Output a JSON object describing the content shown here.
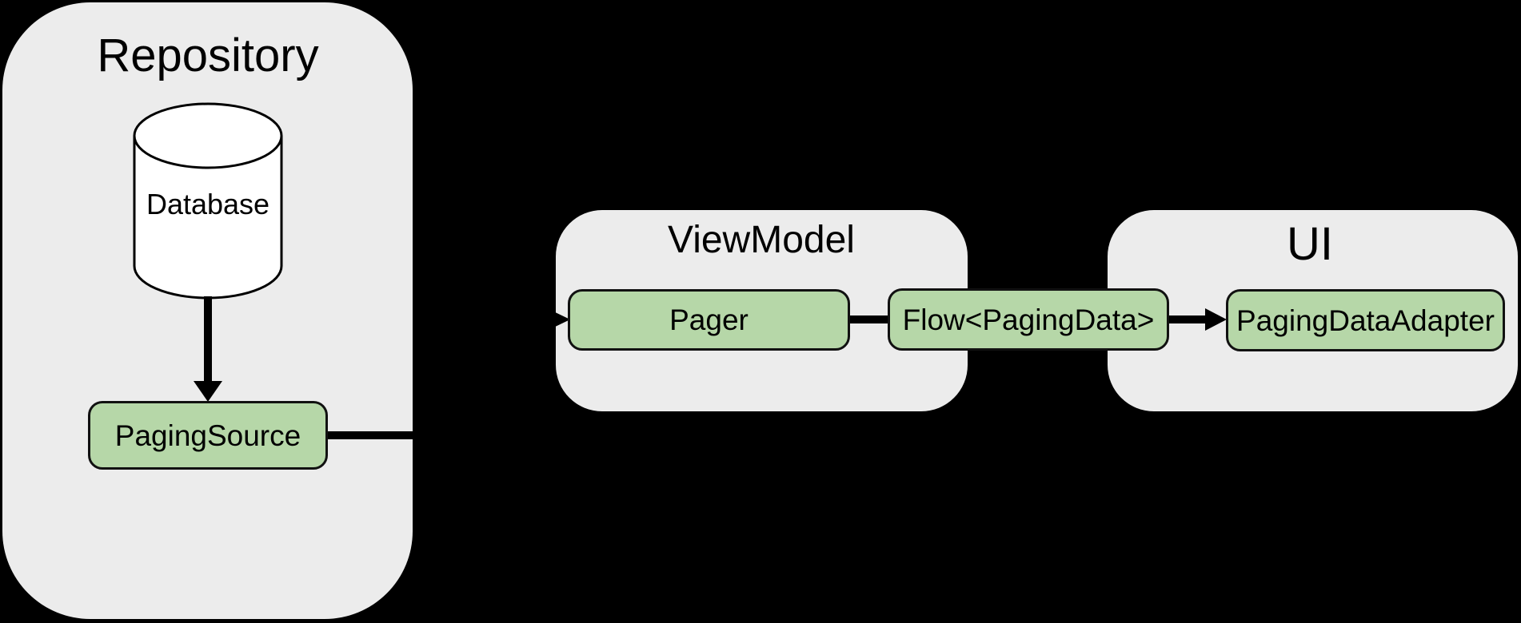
{
  "colors": {
    "background": "#000000",
    "container_fill": "#ececec",
    "node_fill": "#b6d7a8",
    "node_border": "#111111",
    "cylinder_fill": "#ffffff",
    "connector": "#000000",
    "text": "#000000"
  },
  "repository": {
    "title": "Repository",
    "database_label": "Database",
    "paging_source_label": "PagingSource"
  },
  "viewmodel": {
    "title": "ViewModel",
    "pager_label": "Pager"
  },
  "flow": {
    "label": "Flow<PagingData>"
  },
  "ui": {
    "title": "UI",
    "adapter_label": "PagingDataAdapter"
  },
  "edges": [
    {
      "from": "Database",
      "to": "PagingSource",
      "style": "arrow"
    },
    {
      "from": "PagingSource",
      "to": "Pager",
      "style": "arrow"
    },
    {
      "from": "Pager",
      "to": "Flow<PagingData>",
      "style": "line"
    },
    {
      "from": "Flow<PagingData>",
      "to": "PagingDataAdapter",
      "style": "arrow"
    }
  ]
}
